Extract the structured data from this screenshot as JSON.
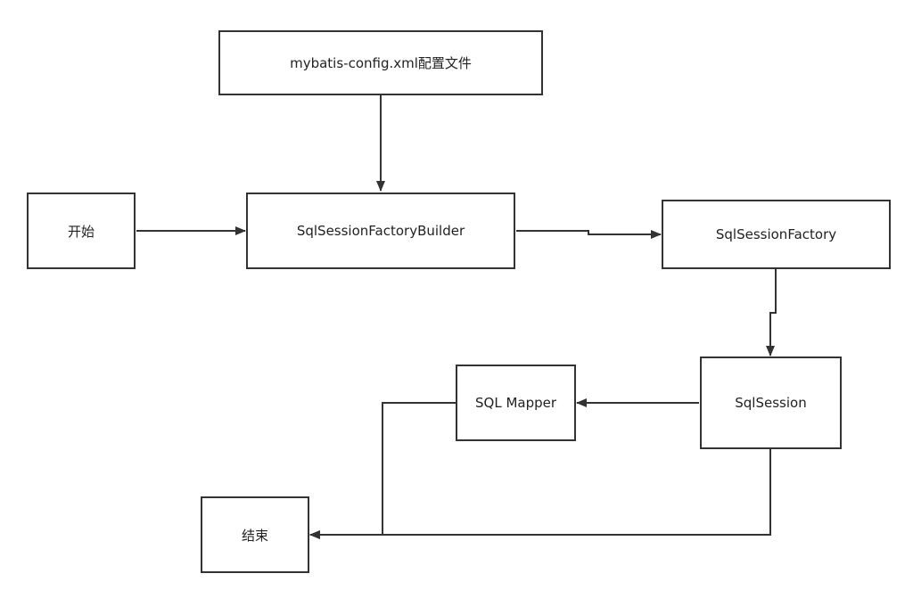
{
  "colors": {
    "stroke": "#333333",
    "text": "#222222",
    "background": "#ffffff"
  },
  "nodes": {
    "config": "mybatis-config.xml配置文件",
    "start": "开始",
    "builder": "SqlSessionFactoryBuilder",
    "factory": "SqlSessionFactory",
    "session": "SqlSession",
    "mapper": "SQL Mapper",
    "end": "结束"
  }
}
